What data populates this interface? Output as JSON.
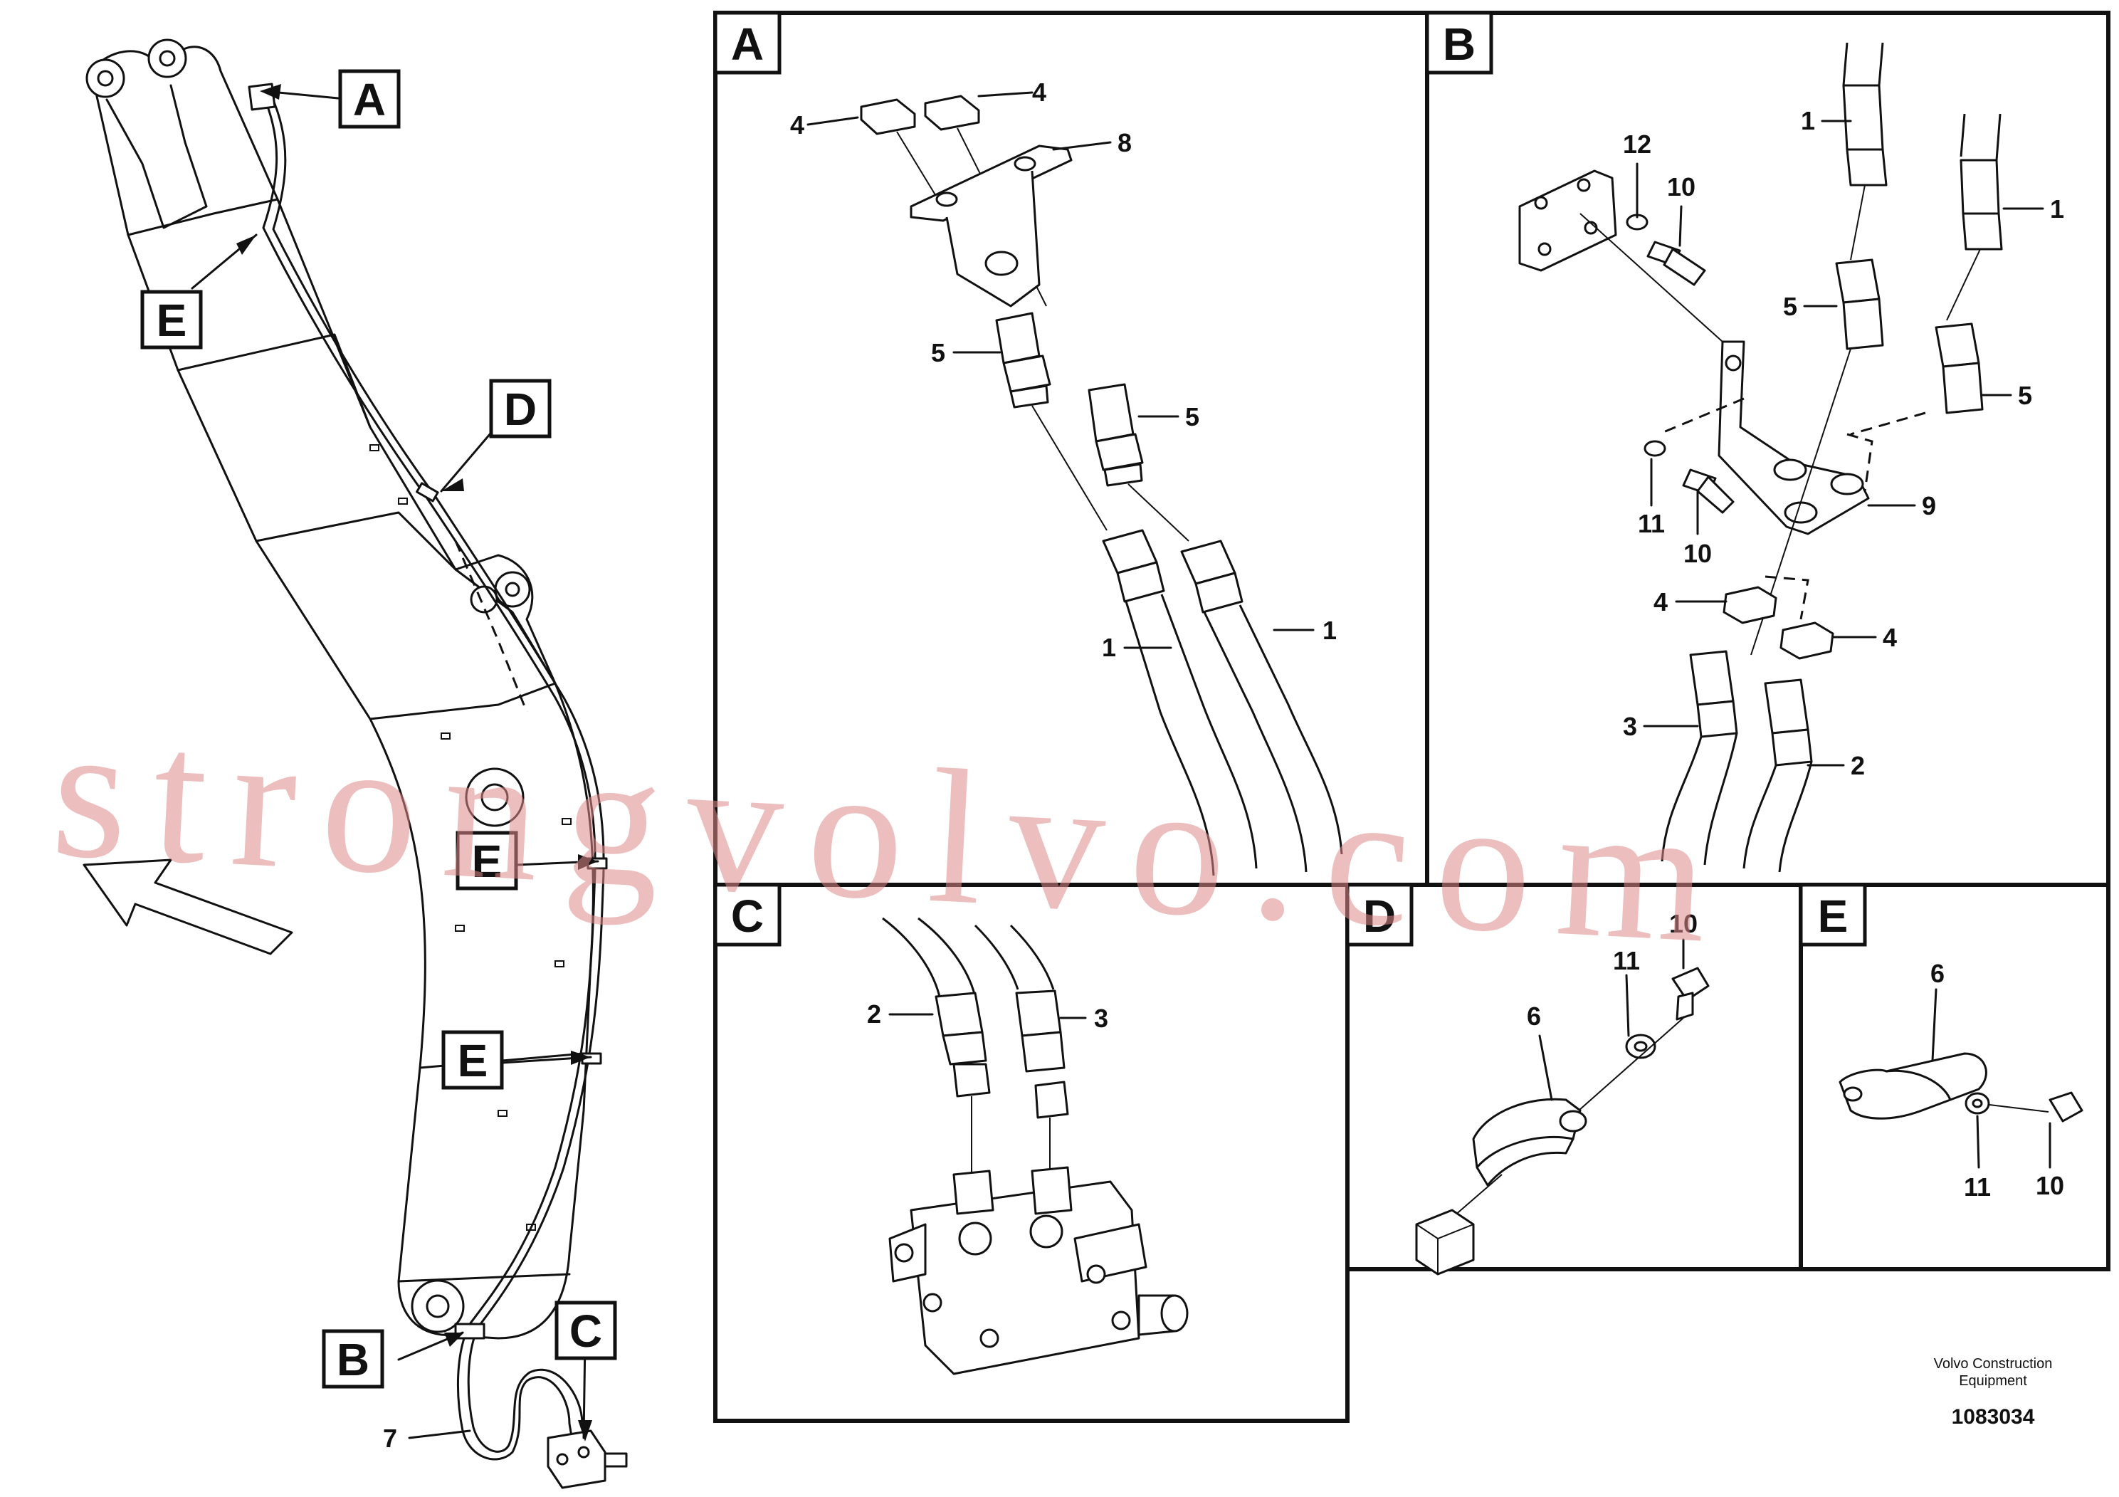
{
  "diagram": {
    "watermark": "strongvolvo.com",
    "overview_tags": [
      "A",
      "E",
      "D",
      "E",
      "E",
      "B",
      "C"
    ],
    "detail_panels": [
      "A",
      "B",
      "C",
      "D",
      "E"
    ],
    "callouts": {
      "A": [
        "4",
        "4",
        "8",
        "5",
        "5",
        "1",
        "1"
      ],
      "B": [
        "1",
        "12",
        "10",
        "1",
        "5",
        "5",
        "9",
        "11",
        "10",
        "4",
        "4",
        "3",
        "2"
      ],
      "C": [
        "2",
        "3"
      ],
      "D": [
        "10",
        "11",
        "6"
      ],
      "E": [
        "6",
        "11",
        "10"
      ],
      "overview": [
        "7"
      ]
    },
    "footer": {
      "company_line1": "Volvo Construction",
      "company_line2": "Equipment",
      "drawing_number": "1083034"
    }
  }
}
